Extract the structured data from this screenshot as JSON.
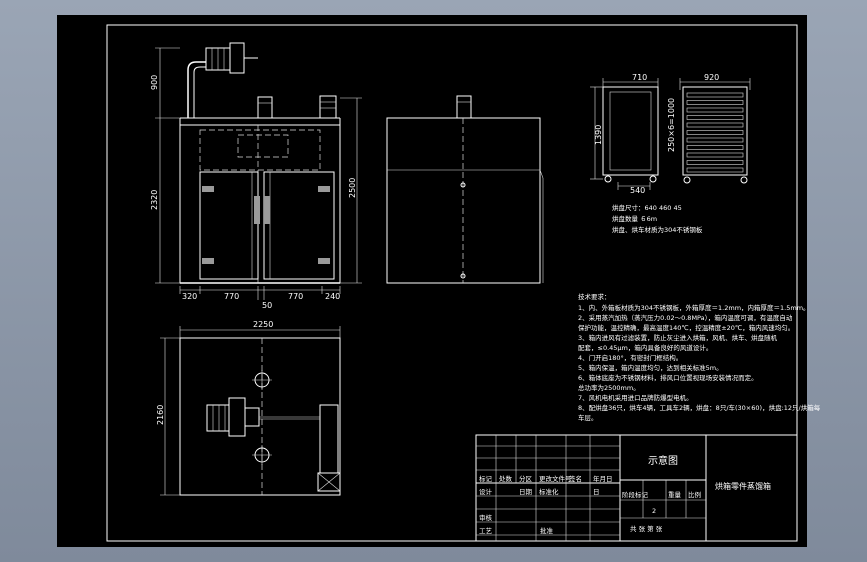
{
  "dimensions": {
    "front_top_height": "900",
    "front_body_height": "2320",
    "side_total_height": "2500",
    "bottom_left": "320",
    "bottom_door_left": "770",
    "bottom_door_right": "770",
    "bottom_right": "240",
    "bottom_center": "50",
    "plan_width": "2250",
    "plan_depth": "2160",
    "cart_width": "710",
    "cart_depth": "920",
    "cart_height": "1390",
    "cart_spacing": "250×6=1000",
    "cart_base": "540"
  },
  "cart_notes": [
    "烘盘尺寸：640 460 45",
    "烘盘数量 ６6m",
    "烘盘、烘车材质为304不锈钢板"
  ],
  "tech_requirements": {
    "title": "技术要求：",
    "items": [
      "1、内、外箱板材质为304不锈钢板，外箱厚度＝1.2mm，内箱厚度＝1.5mm。",
      "2、采用蒸汽加热（蒸汽压力0.02～0.8MPa），箱内温度可调，有温度自动",
      "保护功能，温控精确，最高温度140℃，控温精度±20℃，箱内风速均匀。",
      "3、箱内进风有过滤装置，防止灰尘进入烘箱，风机、烘车、烘盘随机",
      "配套，≤0.45μm，箱内具备良好的风道设计。",
      "4、门开启180°，有密封门框结构。",
      "5、箱内保温，箱内温度均匀，达到相关标准5m。",
      "6、箱体底座为不锈钢材料，排风口位置视现场安装情况而定。",
      "总功率为2500mm。",
      "7、风机电机采用进口品牌防爆型电机。",
      "8、配烘盘36只，烘车4辆，工具车2辆，烘盘：8只/车(30×60)，烘盘:12只/烘箱每",
      "车层。"
    ]
  },
  "title_block": {
    "drawing_name": "示意图",
    "project_name": "烘箱零件蒸馏箱",
    "row_marks": [
      "标记",
      "处数",
      "分区",
      "更改文件号",
      "签名",
      "年月日"
    ],
    "row_roles": [
      "设计",
      "审核",
      "工艺"
    ],
    "design_extra": [
      "日期",
      "标准化",
      "日"
    ],
    "process_extra": "批准",
    "stage_headers": [
      "阶段标记",
      "重量",
      "比例"
    ],
    "stage_value": "2",
    "sheet_info": "共 张 第 张"
  },
  "colors": {
    "canvas": "#000000",
    "line": "#ffffff",
    "background": "#9aa5b5"
  }
}
